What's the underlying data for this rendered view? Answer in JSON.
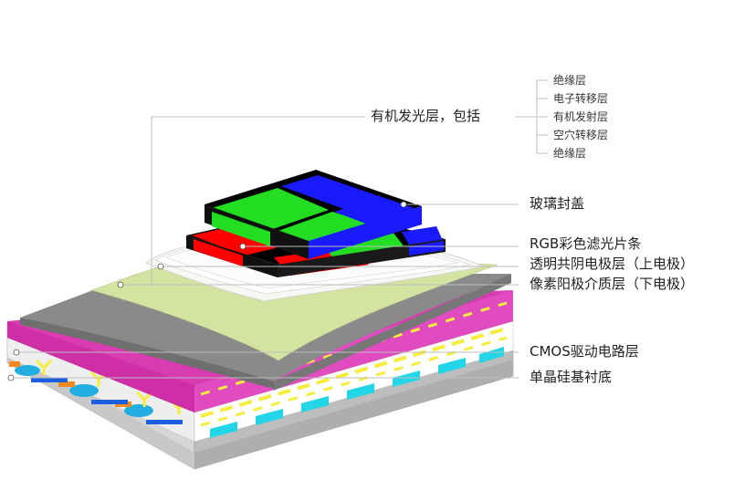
{
  "diagram": {
    "labels": {
      "oled_group": "有机发光层，包括",
      "oled_sublayers": [
        "绝缘层",
        "电子转移层",
        "有机发射层",
        "空穴转移层",
        "绝缘层"
      ],
      "glass_cover": "玻璃封盖",
      "rgb_filter": "RGB彩色滤光片条",
      "top_electrode": "透明共阴电极层（上电极）",
      "bottom_electrode": "像素阳极介质层（下电极）",
      "cmos": "CMOS驱动电路层",
      "substrate": "单晶硅基衬底"
    },
    "colors": {
      "red": "#ff0000",
      "green": "#22dd22",
      "blue": "#1a1aff",
      "black": "#000000",
      "light_green": "#d4e3a0",
      "gray": "#8a8a8a",
      "magenta": "#d93bb0",
      "yellow": "#f5ee3c",
      "cyan": "#22d6e8",
      "orange": "#f08a1e",
      "silicon_gray": "#c7c7c7"
    }
  }
}
